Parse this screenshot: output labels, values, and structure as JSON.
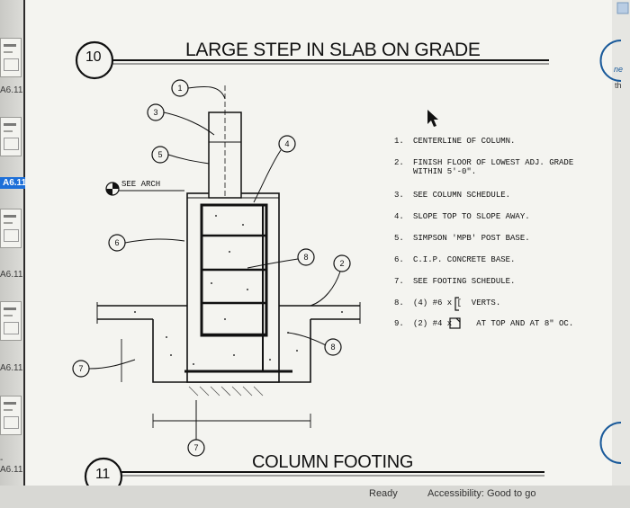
{
  "sidebar": {
    "labels": [
      "A6.11",
      "A6.11",
      "A6.11",
      "A6.11",
      "-A6.11"
    ],
    "selected_label": "A6.11"
  },
  "drawing": {
    "top_number": "10",
    "top_title": "LARGE STEP IN SLAB ON GRADE",
    "bottom_number": "11",
    "bottom_title": "COLUMN FOOTING",
    "see_arch": "SEE ARCH",
    "callouts": [
      "1",
      "3",
      "5",
      "4",
      "6",
      "8",
      "2",
      "8",
      "7",
      "7"
    ],
    "notes": [
      {
        "num": "1.",
        "text": "CENTERLINE OF COLUMN."
      },
      {
        "num": "2.",
        "text": "FINISH FLOOR OF LOWEST ADJ. GRADE\nWITHIN 5'-0\"."
      },
      {
        "num": "3.",
        "text": "SEE COLUMN SCHEDULE."
      },
      {
        "num": "4.",
        "text": "SLOPE TOP TO SLOPE AWAY."
      },
      {
        "num": "5.",
        "text": "SIMPSON 'MPB' POST BASE."
      },
      {
        "num": "6.",
        "text": "C.I.P. CONCRETE BASE."
      },
      {
        "num": "7.",
        "text": "SEE FOOTING SCHEDULE."
      },
      {
        "num": "8.",
        "text": "(4) #6 x [  VERTS."
      },
      {
        "num": "9.",
        "text": "(2) #4 x     AT TOP AND AT 8\" OC."
      }
    ],
    "right_edge_text": [
      "ne",
      "th"
    ]
  },
  "status": {
    "ready": "Ready",
    "accessibility": "Accessibility: Good to go"
  }
}
